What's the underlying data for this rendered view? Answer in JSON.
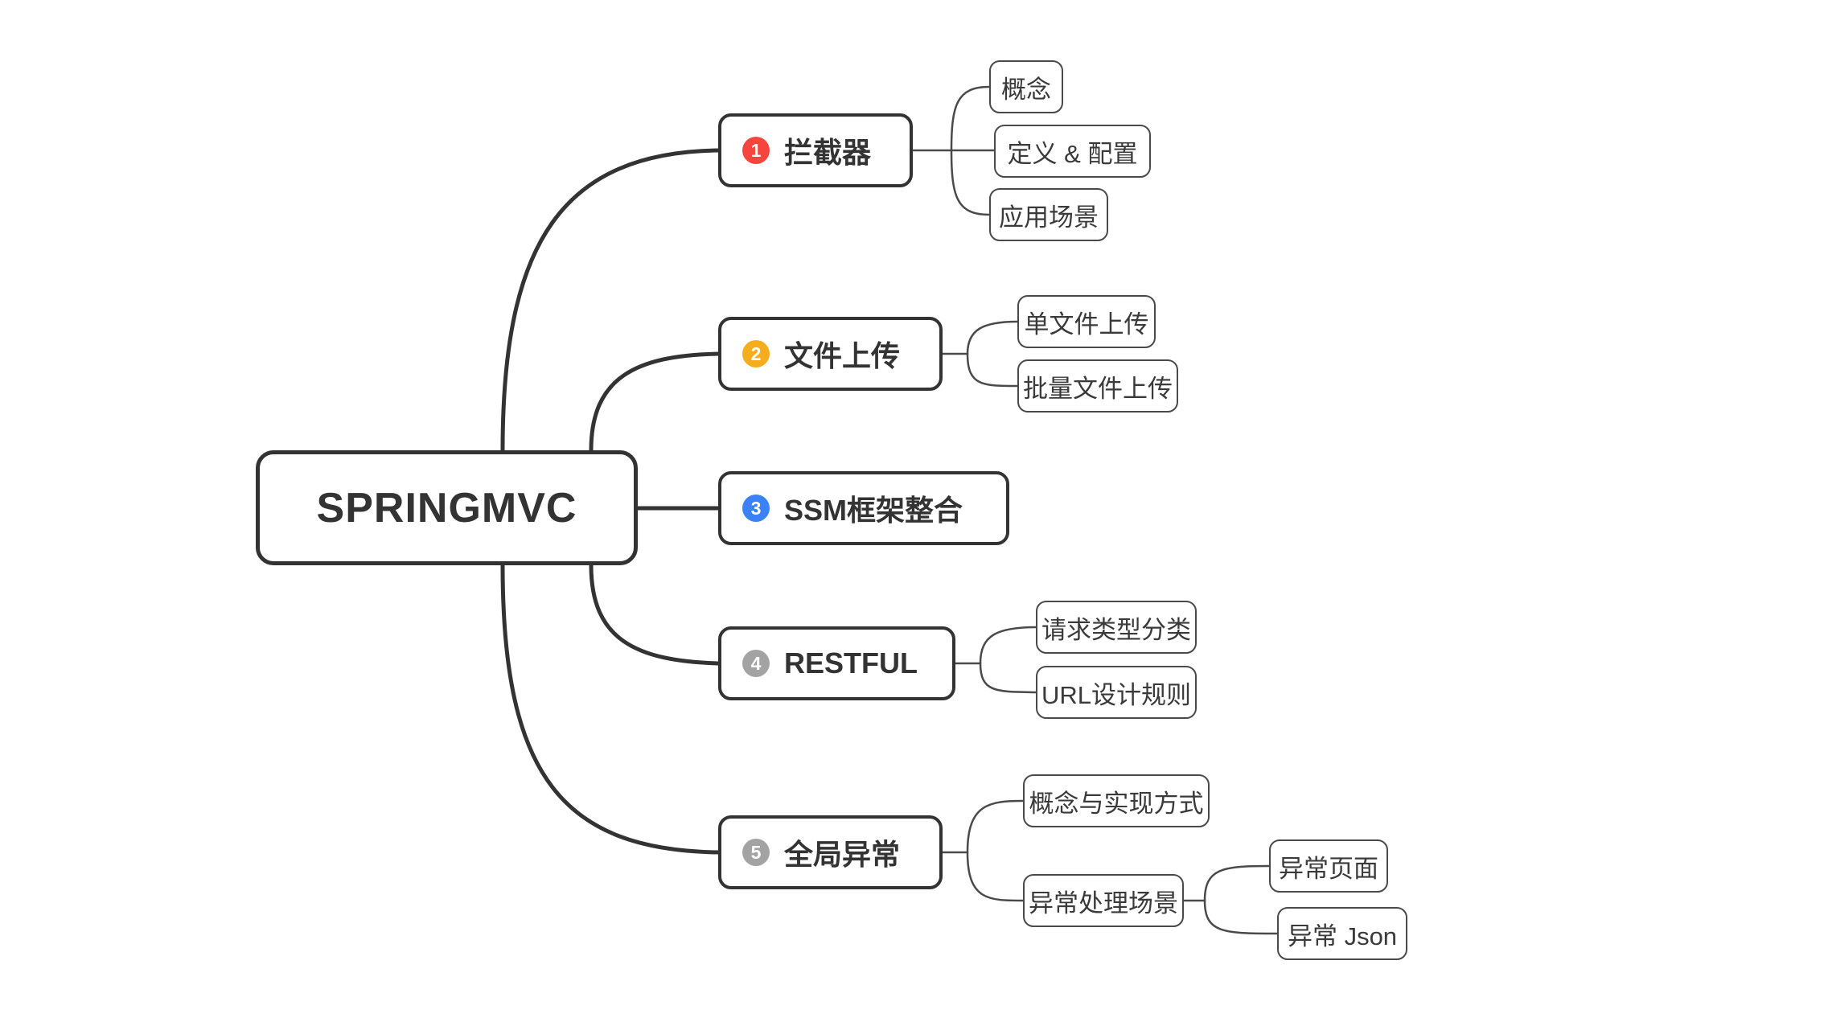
{
  "diagram": {
    "title": "SPRINGMVC",
    "type": "mind-map",
    "background_color": "#ffffff",
    "line_color": "#333333",
    "text_color": "#333333"
  },
  "root": {
    "label": "SPRINGMVC"
  },
  "branches": [
    {
      "number": "1",
      "label": "拦截器",
      "badge_color": "#F5453C",
      "children": [
        {
          "label": "概念",
          "children": []
        },
        {
          "label": "定义 & 配置",
          "children": []
        },
        {
          "label": "应用场景",
          "children": []
        }
      ]
    },
    {
      "number": "2",
      "label": "文件上传",
      "badge_color": "#F5AD1E",
      "children": [
        {
          "label": "单文件上传",
          "children": []
        },
        {
          "label": "批量文件上传",
          "children": []
        }
      ]
    },
    {
      "number": "3",
      "label": "SSM框架整合",
      "badge_color": "#3B82F6",
      "children": []
    },
    {
      "number": "4",
      "label": "RESTFUL",
      "badge_color": "#A3A3A3",
      "children": [
        {
          "label": "请求类型分类",
          "children": []
        },
        {
          "label": "URL设计规则",
          "children": []
        }
      ]
    },
    {
      "number": "5",
      "label": "全局异常",
      "badge_color": "#A3A3A3",
      "children": [
        {
          "label": "概念与实现方式",
          "children": []
        },
        {
          "label": "异常处理场景",
          "children": [
            {
              "label": "异常页面"
            },
            {
              "label": "异常 Json"
            }
          ]
        }
      ]
    }
  ]
}
